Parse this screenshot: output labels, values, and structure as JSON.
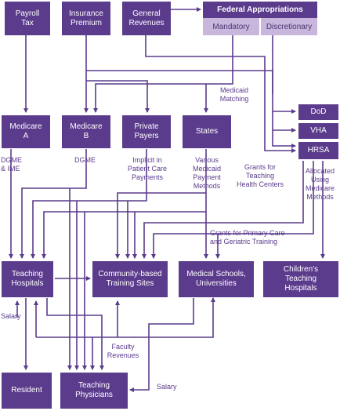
{
  "nodes": {
    "payroll_tax": "Payroll\nTax",
    "insurance_premium": "Insurance\nPremium",
    "general_revenues": "General\nRevenues",
    "federal_appropriations": "Federal Appropriations",
    "mandatory": "Mandatory",
    "discretionary": "Discretionary",
    "dod": "DoD",
    "vha": "VHA",
    "hrsa": "HRSA",
    "medicare_a": "Medicare\nA",
    "medicare_b": "Medicare\nB",
    "private_payers": "Private\nPayers",
    "states": "States",
    "teaching_hospitals": "Teaching\nHospitals",
    "community_training_sites": "Community-based\nTraining Sites",
    "medical_schools": "Medical Schools,\nUniversities",
    "childrens_hospitals": "Children's\nTeaching\nHospitals",
    "resident": "Resident",
    "teaching_physicians": "Teaching\nPhysicians"
  },
  "labels": {
    "medicaid_matching": "Medicaid\nMatching",
    "dgme_ime": "DGME\n& IME",
    "dgme": "DGME",
    "implicit_payments": "Implicit in\nPatient Care\nPayments",
    "various_medicaid": "Various\nMedicaid\nPayment\nMethods",
    "grants_teaching_health": "Grants for\nTeaching\nHealth Centers",
    "allocated_medicare": "Allocated\nUsing\nMedicare\nMethods",
    "grants_primary_care": "Grants for Primary Care\nand Geriatric Training",
    "salary_left": "Salary",
    "faculty_revenues": "Faculty\nRevenues",
    "salary_bottom": "Salary"
  },
  "colors": {
    "box": "#5b3b8c",
    "sub_box": "#c8b6dc",
    "line": "#5b3b8c"
  }
}
